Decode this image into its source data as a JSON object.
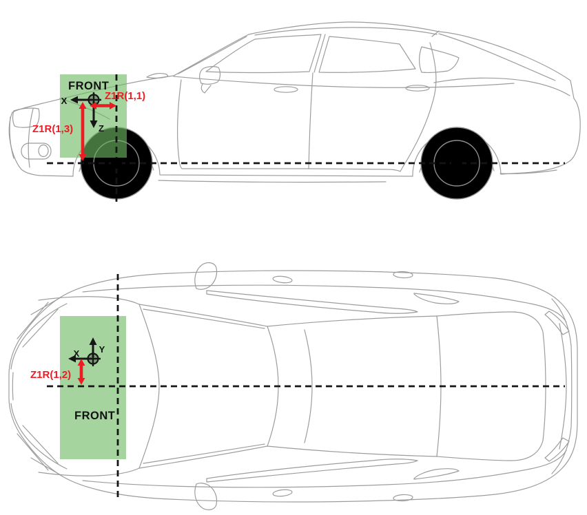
{
  "colors": {
    "highlight_green": "#6eb964",
    "accent_red": "#ed1c24",
    "car_line_gray": "#9c9c9c",
    "annotation_black": "#141414"
  },
  "side_view": {
    "front_label": "FRONT",
    "axis_labels": {
      "x": "X",
      "z": "Z"
    },
    "dimensions": {
      "longitudinal": "Z1R(1,1)",
      "vertical": "Z1R(1,3)"
    }
  },
  "top_view": {
    "front_label": "FRONT",
    "axis_labels": {
      "x": "X",
      "y": "Y"
    },
    "dimensions": {
      "lateral": "Z1R(1,2)"
    }
  }
}
